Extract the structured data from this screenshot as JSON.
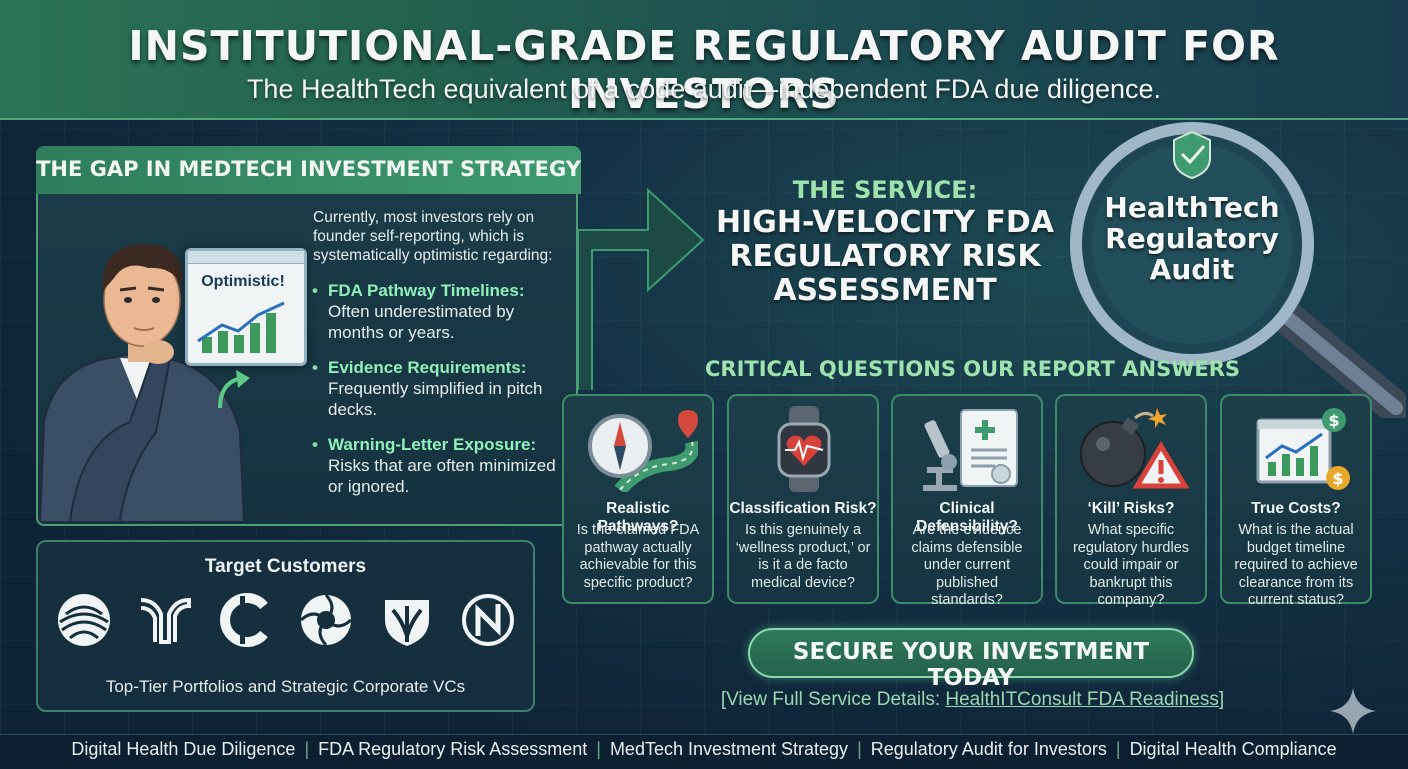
{
  "header": {
    "title": "INSTITUTIONAL-GRADE REGULATORY AUDIT FOR INVESTORS",
    "subtitle": "The HealthTech equivalent of a code audit—independent FDA due diligence."
  },
  "gap_panel": {
    "title": "THE GAP IN MEDTECH INVESTMENT STRATEGY",
    "screen_label": "Optimistic!",
    "intro": "Currently, most investors rely on founder self-reporting, which is systematically optimistic regarding:",
    "bullets": [
      {
        "title": "FDA Pathway Timelines:",
        "text": "Often underestimated by months or years."
      },
      {
        "title": "Evidence Requirements:",
        "text": "Frequently simplified in pitch decks."
      },
      {
        "title": "Warning-Letter Exposure:",
        "text": "Risks that are often minimized or ignored."
      }
    ]
  },
  "target_customers": {
    "title": "Target Customers",
    "subtitle": "Top-Tier Portfolios and Strategic Corporate VCs",
    "logos": [
      "vc-logo-1",
      "vc-logo-2",
      "vc-logo-3",
      "vc-logo-4",
      "vc-logo-5",
      "vc-logo-6"
    ]
  },
  "service": {
    "label": "THE SERVICE:",
    "title": "HIGH-VELOCITY FDA REGULATORY RISK ASSESSMENT",
    "badge": "HealthTech Regulatory Audit"
  },
  "questions": {
    "title": "CRITICAL QUESTIONS OUR REPORT ANSWERS",
    "cards": [
      {
        "icon": "compass-road-icon",
        "title": "Realistic Pathways?",
        "text": "Is the claimed FDA pathway actually achievable for this specific product?"
      },
      {
        "icon": "smartwatch-heart-icon",
        "title": "Classification Risk?",
        "text": "Is this genuinely a ‘wellness product,’ or is it a de facto medical device?"
      },
      {
        "icon": "microscope-document-icon",
        "title": "Clinical Defensibility?",
        "text": "Are the evidence claims defensible under current published standards?"
      },
      {
        "icon": "bomb-warning-icon",
        "title": "‘Kill’ Risks?",
        "text": "What specific regulatory hurdles could impair or bankrupt this company?"
      },
      {
        "icon": "chart-dollar-icon",
        "title": "True Costs?",
        "text": "What is the actual budget timeline required to achieve clearance from its current status?"
      }
    ]
  },
  "cta": {
    "label": "SECURE YOUR INVESTMENT TODAY",
    "details_prefix": "[View Full Service Details: ",
    "details_link": "HealthITConsult FDA Readiness",
    "details_suffix": "]"
  },
  "footer": {
    "items": [
      "Digital Health Due Diligence",
      "FDA Regulatory Risk Assessment",
      "MedTech Investment Strategy",
      "Regulatory Audit for Investors",
      "Digital Health Compliance"
    ],
    "separator": "|"
  },
  "colors": {
    "accent_green": "#8ff0b8",
    "brand_green": "#2f7d5c",
    "background": "#0f2336"
  }
}
